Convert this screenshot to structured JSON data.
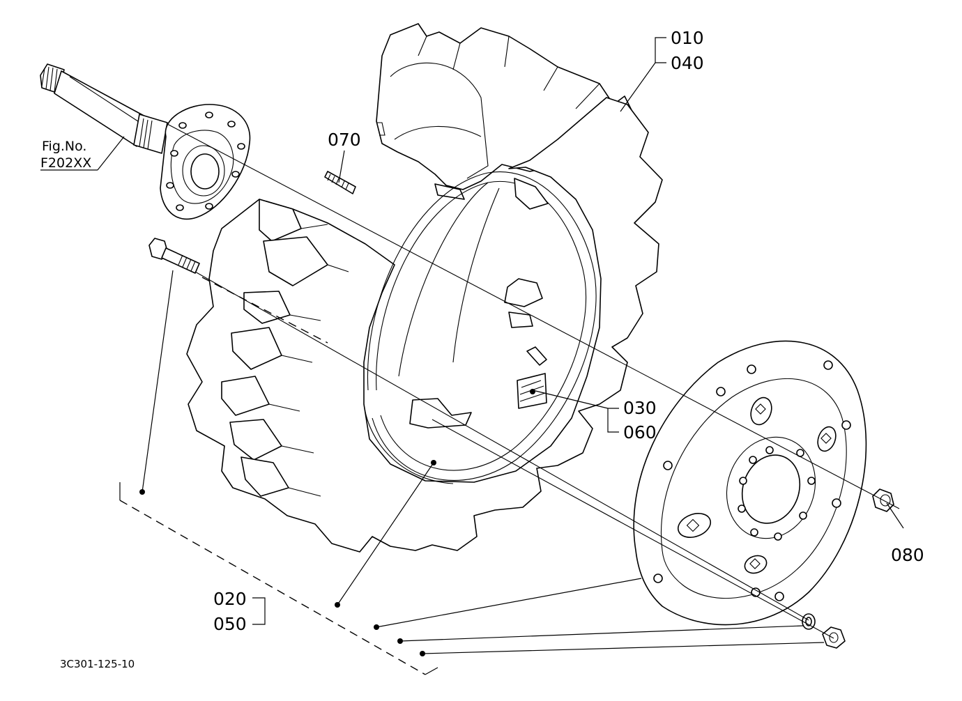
{
  "figure": {
    "ref_label": "Fig.No.",
    "ref_number": "F202XX",
    "drawing_code": "3C301-125-10"
  },
  "callouts": {
    "p010": "010",
    "p040": "040",
    "p070": "070",
    "p030": "030",
    "p060": "060",
    "p080": "080",
    "p020": "020",
    "p050": "050"
  }
}
